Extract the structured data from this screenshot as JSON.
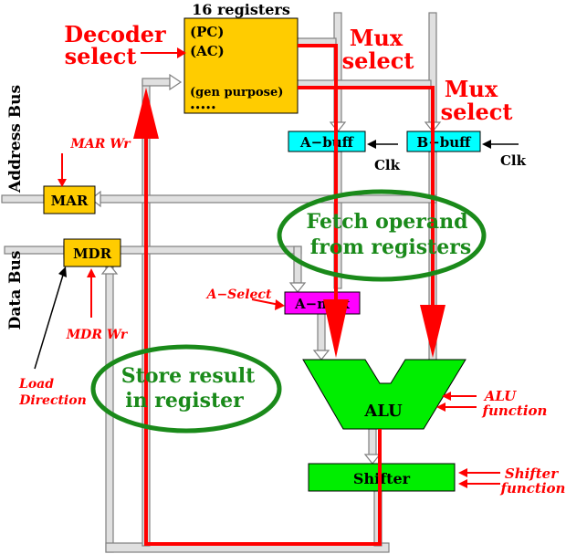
{
  "registers": {
    "title": "16 registers",
    "pc": "(PC)",
    "ac": "(AC)",
    "gen": "(gen purpose)",
    "dots": "•••••"
  },
  "decoder_select": {
    "line1": "Decoder",
    "line2": "select"
  },
  "mux_select_a": {
    "line1": "Mux",
    "line2": "select"
  },
  "mux_select_b": {
    "line1": "Mux",
    "line2": "select"
  },
  "a_buff": "A−buff",
  "b_buff": "B−buff",
  "clk_a": "Clk",
  "clk_b": "Clk",
  "address_bus": "Address Bus",
  "data_bus": "Data Bus",
  "mar": "MAR",
  "mar_wr": "MAR Wr",
  "mdr": "MDR",
  "mdr_wr": "MDR Wr",
  "load_direction": {
    "line1": "Load",
    "line2": "Direction"
  },
  "a_select": "A−Select",
  "a_mux": "A−mux",
  "fetch_operand": {
    "line1": "Fetch operand",
    "line2": "from registers"
  },
  "store_result": {
    "line1": "Store result",
    "line2": "in register"
  },
  "alu": "ALU",
  "alu_function": {
    "line1": "ALU",
    "line2": "function"
  },
  "shifter": "Shifter",
  "shifter_function": {
    "line1": "Shifter",
    "line2": "function"
  },
  "colors": {
    "register_fill": "#ffcc00",
    "buffer_fill": "#00ffff",
    "mux_fill": "#ff00ff",
    "alu_fill": "#00ee00",
    "ellipse_stroke": "#1a8a1a",
    "control_red": "#ff0000"
  }
}
